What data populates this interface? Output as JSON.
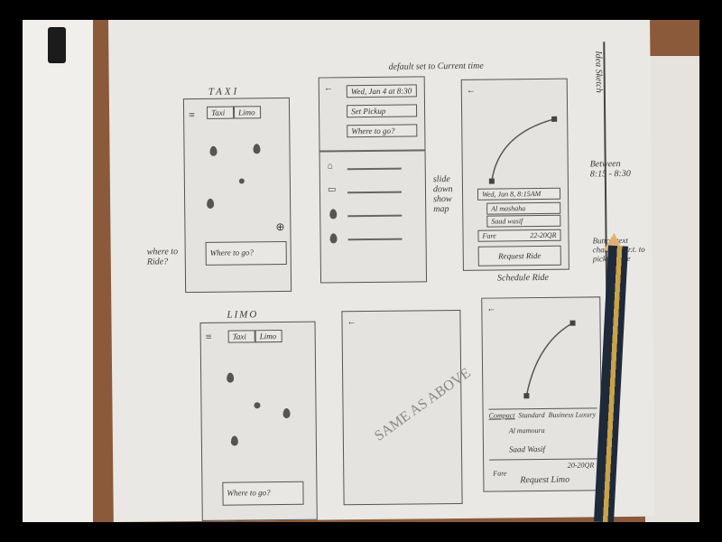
{
  "sheet_label": "Idea Sketch",
  "taxi": {
    "title": "TAXI",
    "tabs": [
      "Taxi",
      "Limo"
    ],
    "cta": "Where to go?",
    "side_note": "where to Ride?"
  },
  "booking": {
    "date_field": "Wed, Jan 4 at 8:30",
    "pickup_field": "Set Pickup",
    "dest_field": "Where to go?",
    "note_top": "default set to Current time",
    "note_side": "slide down show map"
  },
  "schedule": {
    "caption": "Schedule Ride",
    "date": "Wed, Jan 8, 8:15AM",
    "stops": [
      "Al mashaha",
      "Saad wasif"
    ],
    "fare_label": "Fare",
    "fare_value": "22-20QR",
    "cta": "Request Ride",
    "note_time": "Between 8:15 - 8:30",
    "note_button": "Button text changes w.r.t. to pickup time"
  },
  "limo": {
    "title": "LIMO",
    "tabs": [
      "Taxi",
      "Limo"
    ],
    "cta": "Where to go?"
  },
  "same": {
    "text": "SAME AS ABOVE"
  },
  "limo_request": {
    "classes": [
      "Compact",
      "Standard",
      "Business Luxury"
    ],
    "stops": [
      "Al mamoura",
      "Saad Wasif"
    ],
    "fare_label": "Fare",
    "fare_value": "20-20QR",
    "cta": "Request Limo"
  }
}
